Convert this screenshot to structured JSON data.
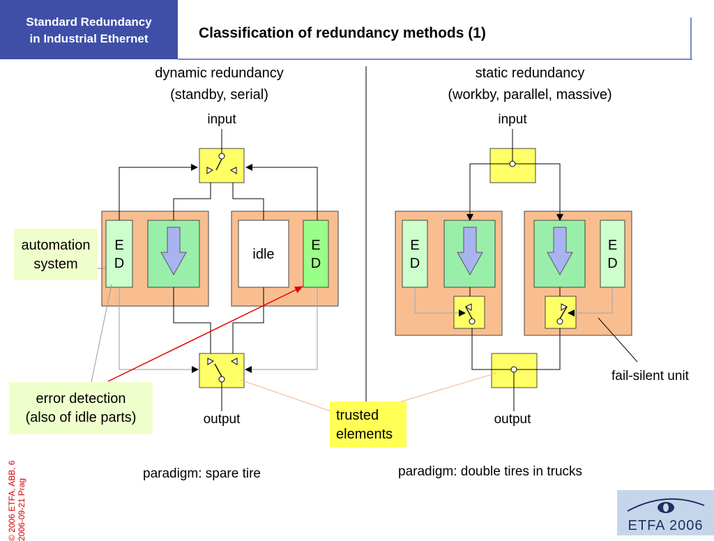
{
  "header": {
    "line1": "Standard Redundancy",
    "line2": "in Industrial Ethernet",
    "title": "Classification of redundancy methods (1)"
  },
  "left": {
    "heading1": "dynamic redundancy",
    "heading2": "(standby, serial)",
    "input": "input",
    "output": "output",
    "idle": "idle",
    "paradigm": "paradigm: spare tire"
  },
  "right": {
    "heading1": "static redundancy",
    "heading2": "(workby, parallel, massive)",
    "input": "input",
    "output": "output",
    "paradigm": "paradigm: double tires in trucks",
    "fail_silent": "fail-silent unit"
  },
  "callouts": {
    "automation1": "automation",
    "automation2": "system",
    "error1": "error detection",
    "error2": "(also of idle parts)",
    "trusted1": "trusted",
    "trusted2": "elements"
  },
  "ed": {
    "e": "E",
    "d": "D"
  },
  "footer": {
    "copyright1": "© 2006 ETFA, ABB, 6",
    "copyright2": "2006-09-21 Prag",
    "logo": "ETFA 2006"
  },
  "colors": {
    "header": "#3f4fa8",
    "unit": "#f9be90",
    "green": "#ccffcc",
    "yellow": "#ffff66",
    "arrow": "#aab3f2",
    "red": "#e60000",
    "callout": "#eeffcc"
  }
}
